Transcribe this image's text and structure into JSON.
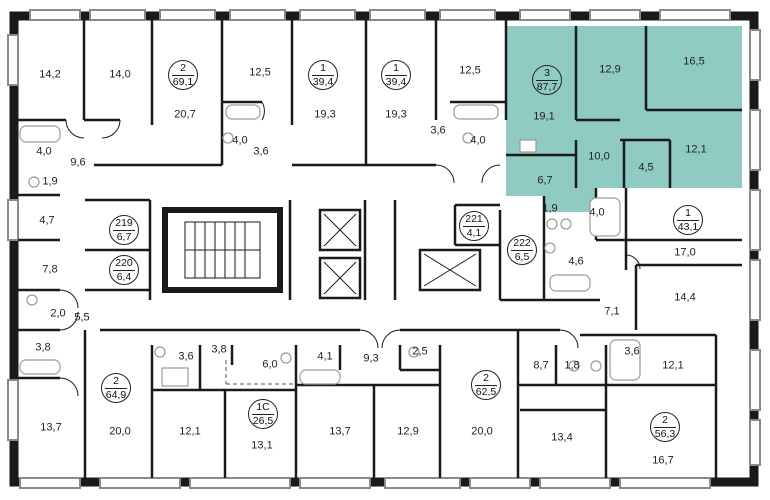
{
  "colors": {
    "highlight": "#8fcbc3",
    "wall": "#1a1a1a",
    "window": "#8a8a8a",
    "fixture": "#9a9a9a"
  },
  "apartments": [
    {
      "id": "apt-2-69",
      "rooms": "2",
      "area": "69,1"
    },
    {
      "id": "apt-1-39-a",
      "rooms": "1",
      "area": "39,4"
    },
    {
      "id": "apt-1-39-b",
      "rooms": "1",
      "area": "39,4"
    },
    {
      "id": "apt-3-87",
      "rooms": "3",
      "area": "87,7"
    },
    {
      "id": "apt-1-43",
      "rooms": "1",
      "area": "43,1"
    },
    {
      "id": "room-219",
      "rooms": "219",
      "area": "6,7"
    },
    {
      "id": "room-220",
      "rooms": "220",
      "area": "6,4"
    },
    {
      "id": "room-221",
      "rooms": "221",
      "area": "4,1"
    },
    {
      "id": "room-222",
      "rooms": "222",
      "area": "6,5"
    },
    {
      "id": "apt-2-64",
      "rooms": "2",
      "area": "64,9"
    },
    {
      "id": "apt-1c-26",
      "rooms": "1С",
      "area": "26,5"
    },
    {
      "id": "apt-2-62",
      "rooms": "2",
      "area": "62,5"
    },
    {
      "id": "apt-2-56",
      "rooms": "2",
      "area": "56,3"
    }
  ],
  "rooms": [
    "14,2",
    "14,0",
    "12,5",
    "12,5",
    "16,5",
    "12,9",
    "20,7",
    "19,3",
    "19,3",
    "19,1",
    "4,0",
    "3,6",
    "3,6",
    "4,0",
    "10,0",
    "12,1",
    "4,5",
    "6,7",
    "4,0",
    "9,6",
    "1,9",
    "4,7",
    "1,9",
    "4,0",
    "17,0",
    "7,8",
    "4,6",
    "14,4",
    "2,0",
    "5,5",
    "7,1",
    "3,8",
    "3,6",
    "3,8",
    "6,0",
    "4,1",
    "9,3",
    "2,5",
    "8,7",
    "1,8",
    "3,6",
    "12,1",
    "13,7",
    "20,0",
    "12,1",
    "13,1",
    "13,7",
    "12,9",
    "20,0",
    "13,4",
    "16,7"
  ]
}
